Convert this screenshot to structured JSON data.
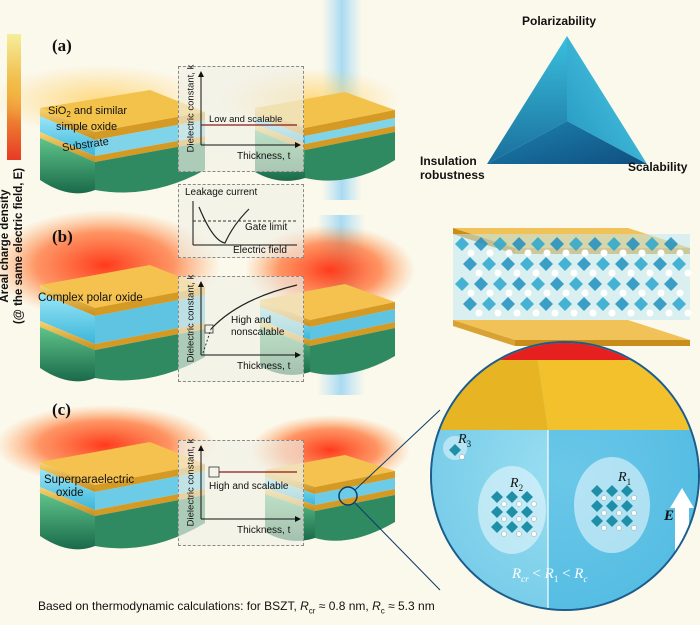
{
  "colorbar": {
    "title": "Areal charge density",
    "subtitle": "(@ the same electric field, E)",
    "colors": [
      "#f6ee9a",
      "#f0b23a",
      "#e83a24"
    ]
  },
  "panel_a": {
    "label": "(a)",
    "layer_label_1a": "SiO",
    "layer_label_1b": "2",
    "layer_label_1c": " and similar",
    "layer_label_2": "simple oxide",
    "substrate_label": "Substrate",
    "inset": {
      "ylabel": "Dielectric constant, k",
      "xlabel": "Thickness, t",
      "annotation": "Low and scalable"
    }
  },
  "triangle": {
    "top": "Polarizability",
    "left_1": "Insulation",
    "left_2": "robustness",
    "right": "Scalability"
  },
  "leakage_inset": {
    "title": "Leakage current",
    "gate_label": "Gate limit",
    "xlabel": "Electric field"
  },
  "panel_b": {
    "label": "(b)",
    "layer_label": "Complex polar oxide",
    "inset": {
      "ylabel": "Dielectric constant, k",
      "xlabel": "Thickness, t",
      "annotation_1": "High and",
      "annotation_2": "nonscalable"
    }
  },
  "panel_c": {
    "label": "(c)",
    "layer_label_1": "Superparaelectric",
    "layer_label_2": "oxide",
    "inset": {
      "ylabel": "Dielectric constant, k",
      "xlabel": "Thickness, t",
      "annotation": "High and scalable"
    },
    "zoom": {
      "r3": "R",
      "r3_sub": "3",
      "r2": "R",
      "r2_sub": "2",
      "r1": "R",
      "r1_sub": "1",
      "relation": "R_cr < R_1 < R_c",
      "field": "E"
    }
  },
  "caption": {
    "text_a": "Based on thermodynamic calculations: for BSZT, ",
    "rcr": "R",
    "rcr_sub": "cr",
    "text_b": " ≈ 0.8 nm, ",
    "rc": "R",
    "rc_sub": "c",
    "text_c": " ≈ 5.3 nm"
  }
}
